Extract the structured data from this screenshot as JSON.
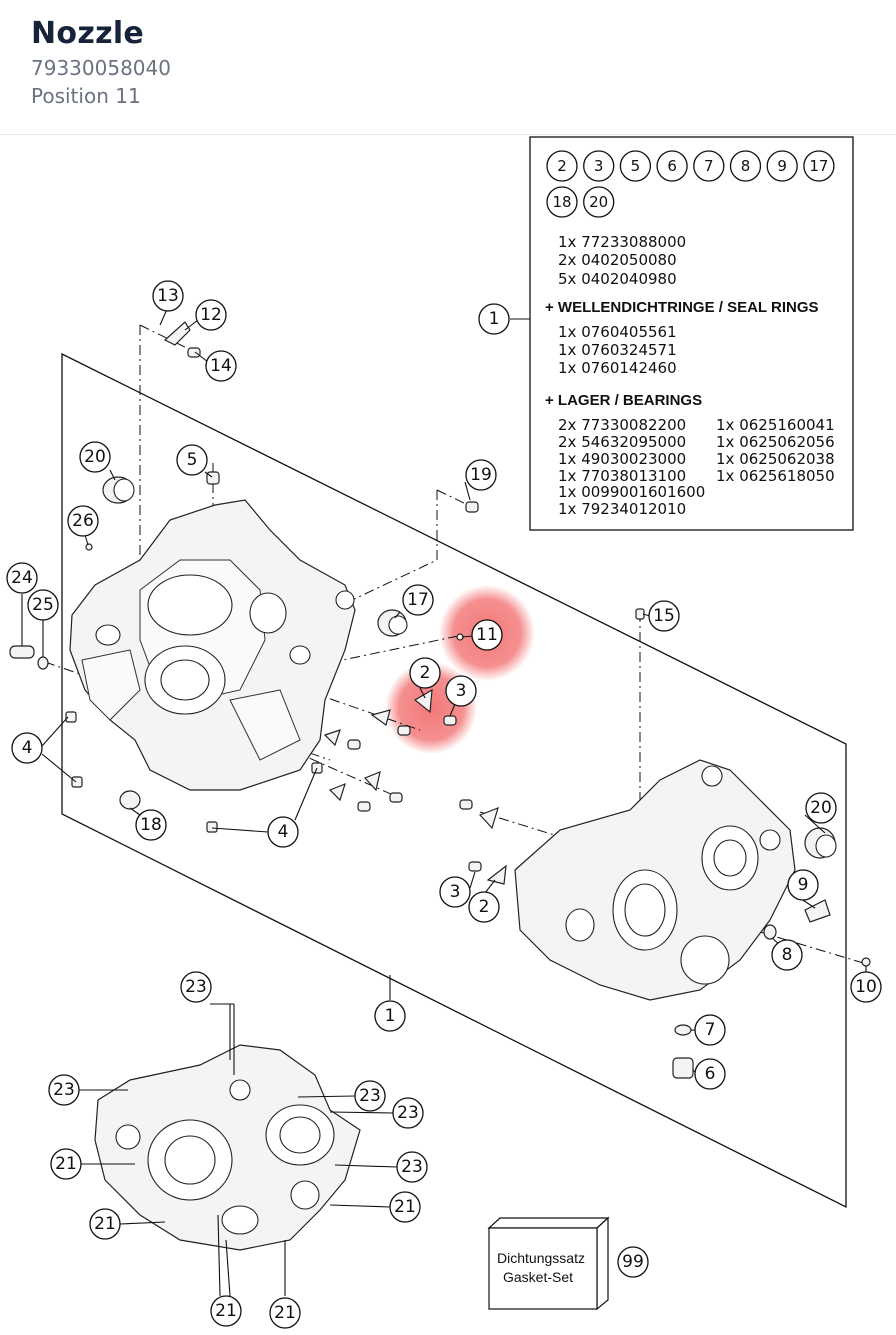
{
  "header": {
    "title": "Nozzle",
    "part_number": "79330058040",
    "position": "Position 11"
  },
  "highlight_color": "#f26a6a",
  "kit_box": {
    "circle_row1": [
      "2",
      "3",
      "5",
      "6",
      "7",
      "8",
      "9",
      "17"
    ],
    "circle_row2": [
      "18",
      "20"
    ],
    "lines_a": [
      "1x 77233088000",
      "2x 0402050080",
      "5x 0402040980"
    ],
    "seal_heading": "+ WELLENDICHTRINGE / SEAL RINGS",
    "lines_b": [
      "1x 0760405561",
      "1x 0760324571",
      "1x 0760142460"
    ],
    "bearing_heading": "+ LAGER / BEARINGS",
    "bearings_col1": [
      "2x 77330082200",
      "2x 54632095000",
      "1x 49030023000",
      "1x 77038013100",
      "1x 0099001601600",
      "1x 79234012010"
    ],
    "bearings_col2": [
      "1x 0625160041",
      "1x 0625062056",
      "1x 0625062038",
      "1x 0625618050"
    ]
  },
  "gasket_box": {
    "line1": "Dichtungssatz",
    "line2": "Gasket-Set",
    "callout": "99"
  },
  "callouts": {
    "c1_kit": "1",
    "c13": "13",
    "c12": "12",
    "c14": "14",
    "c20_l": "20",
    "c5": "5",
    "c19": "19",
    "c26": "26",
    "c24": "24",
    "c25": "25",
    "c17": "17",
    "c11": "11",
    "c2_a": "2",
    "c3_a": "3",
    "c15": "15",
    "c4_l": "4",
    "c4_b": "4",
    "c18": "18",
    "c20_r": "20",
    "c9": "9",
    "c3_b": "3",
    "c2_b": "2",
    "c8": "8",
    "c10": "10",
    "c1_bottom": "1",
    "c7": "7",
    "c6": "6",
    "c23_top": "23",
    "c23_l": "23",
    "c23_r1": "23",
    "c23_r2": "23",
    "c23_r3": "23",
    "c21_l1": "21",
    "c21_r": "21",
    "c21_l2": "21",
    "c21_b1": "21",
    "c21_b2": "21"
  }
}
